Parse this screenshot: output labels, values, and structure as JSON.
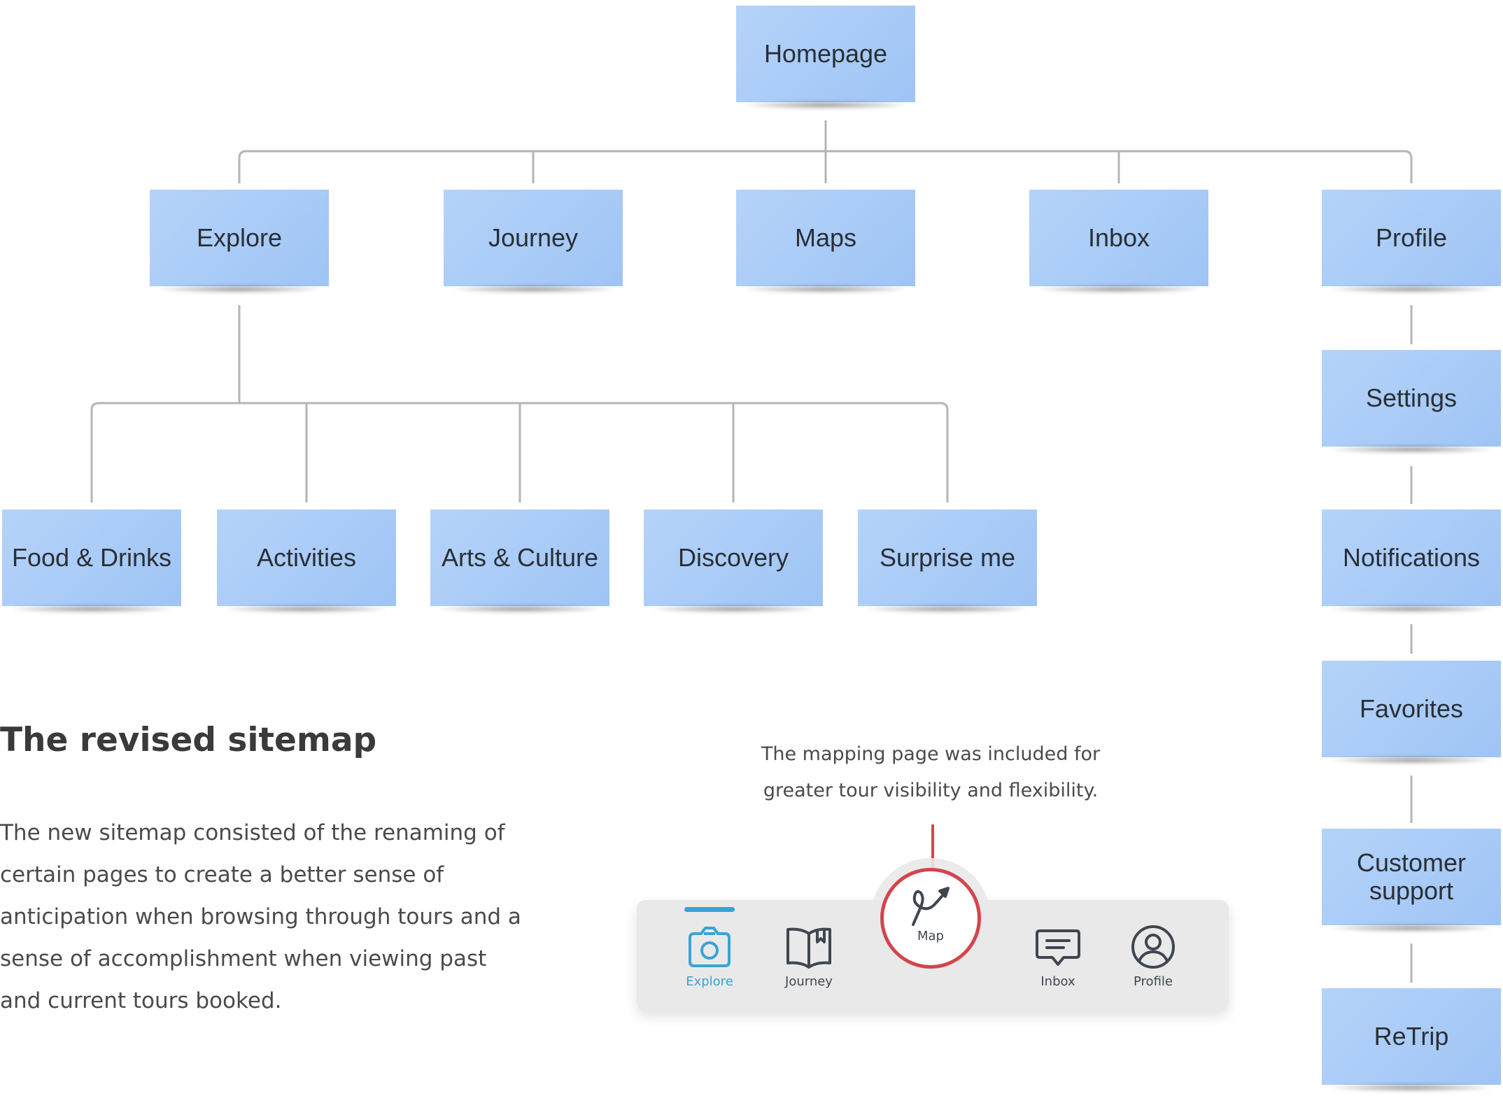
{
  "sitemap": {
    "root": "Homepage",
    "level1": {
      "explore": "Explore",
      "journey": "Journey",
      "maps": "Maps",
      "inbox": "Inbox",
      "profile": "Profile"
    },
    "explore_children": {
      "food": "Food & Drinks",
      "activities": "Activities",
      "arts": "Arts & Culture",
      "discovery": "Discovery",
      "surprise": "Surprise me"
    },
    "profile_children": {
      "settings": "Settings",
      "notifications": "Notifications",
      "favorites": "Favorites",
      "support": "Customer support",
      "retrip": "ReTrip"
    }
  },
  "text": {
    "title": "The revised sitemap",
    "paragraph": "The new sitemap consisted of the renaming of certain pages to create a better sense of anticipation when browsing through tours and a sense of accomplishment when viewing past and current tours booked.",
    "caption": "The mapping page was included for greater tour visibility and flexibility."
  },
  "tabbar": {
    "explore": "Explore",
    "journey": "Journey",
    "map": "Map",
    "inbox": "Inbox",
    "profile": "Profile"
  },
  "colors": {
    "note": "#a9cbf7",
    "accent": "#3aa3d6",
    "highlight": "#d4444c",
    "connector": "#b5b5b5"
  },
  "icons": {
    "explore": "camera-icon",
    "journey": "book-icon",
    "map": "route-arrow-icon",
    "inbox": "chat-bubble-icon",
    "profile": "user-circle-icon"
  }
}
